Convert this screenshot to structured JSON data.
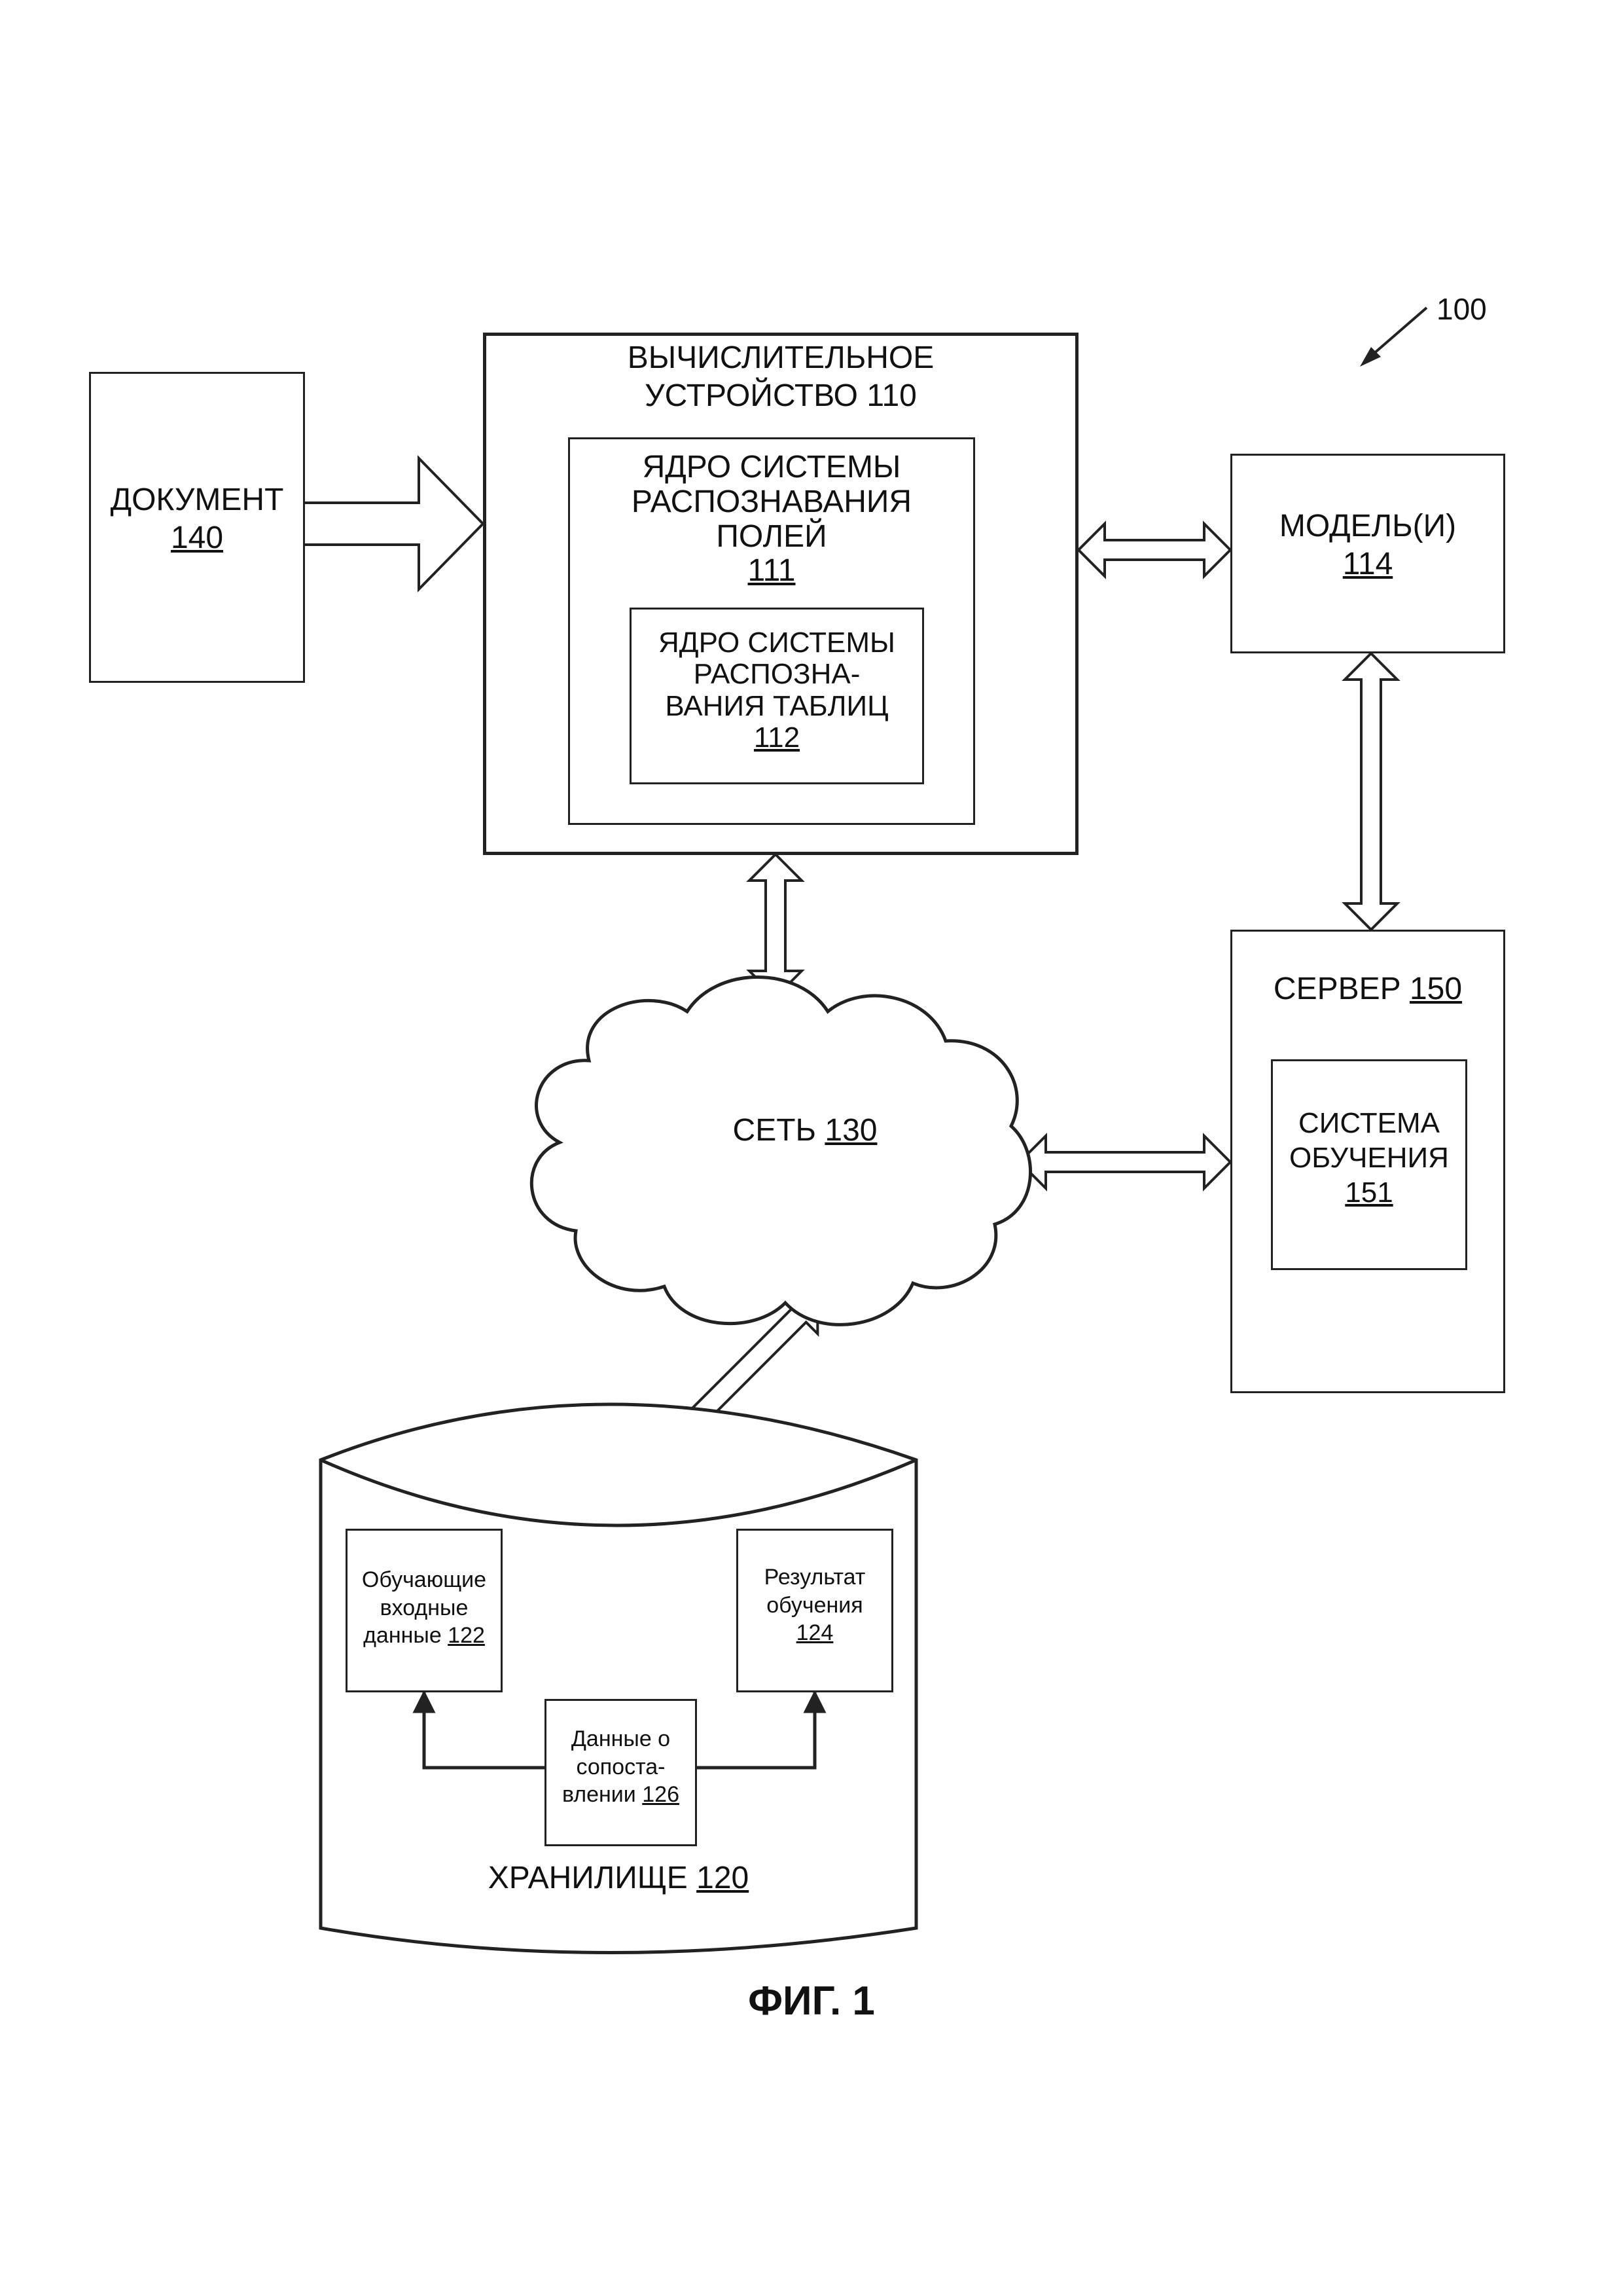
{
  "figure_ref": "100",
  "document": {
    "title": "ДОКУМЕНТ",
    "ref": "140"
  },
  "computing_device": {
    "title_line1": "ВЫЧИСЛИТЕЛЬНОЕ",
    "title_line2": "УСТРОЙСТВО 110",
    "field_engine": {
      "line1": "ЯДРО СИСТЕМЫ",
      "line2": "РАСПОЗНАВАНИЯ",
      "line3": "ПОЛЕЙ",
      "ref": "111"
    },
    "table_engine": {
      "line1": "ЯДРО СИСТЕМЫ",
      "line2": "РАСПОЗНА-",
      "line3": "ВАНИЯ ТАБЛИЦ",
      "ref": "112"
    }
  },
  "models": {
    "title": "МОДЕЛЬ(И)",
    "ref": "114"
  },
  "server": {
    "title": "СЕРВЕР ",
    "ref": "150",
    "training_system": {
      "line1": "СИСТЕМА",
      "line2": "ОБУЧЕНИЯ",
      "ref": "151"
    }
  },
  "network": {
    "title": "СЕТЬ ",
    "ref": "130"
  },
  "storage": {
    "title": "ХРАНИЛИЩЕ ",
    "ref": "120",
    "training_input": {
      "line1": "Обучающие",
      "line2": "входные",
      "line3": "данные ",
      "ref": "122"
    },
    "training_result": {
      "line1": "Результат",
      "line2": "обучения",
      "ref": "124"
    },
    "mapping_data": {
      "line1": "Данные о",
      "line2": "сопоста-",
      "line3": "влении ",
      "ref": "126"
    }
  },
  "caption": "ФИГ. 1",
  "colors": {
    "line": "#222222",
    "background": "#ffffff"
  }
}
